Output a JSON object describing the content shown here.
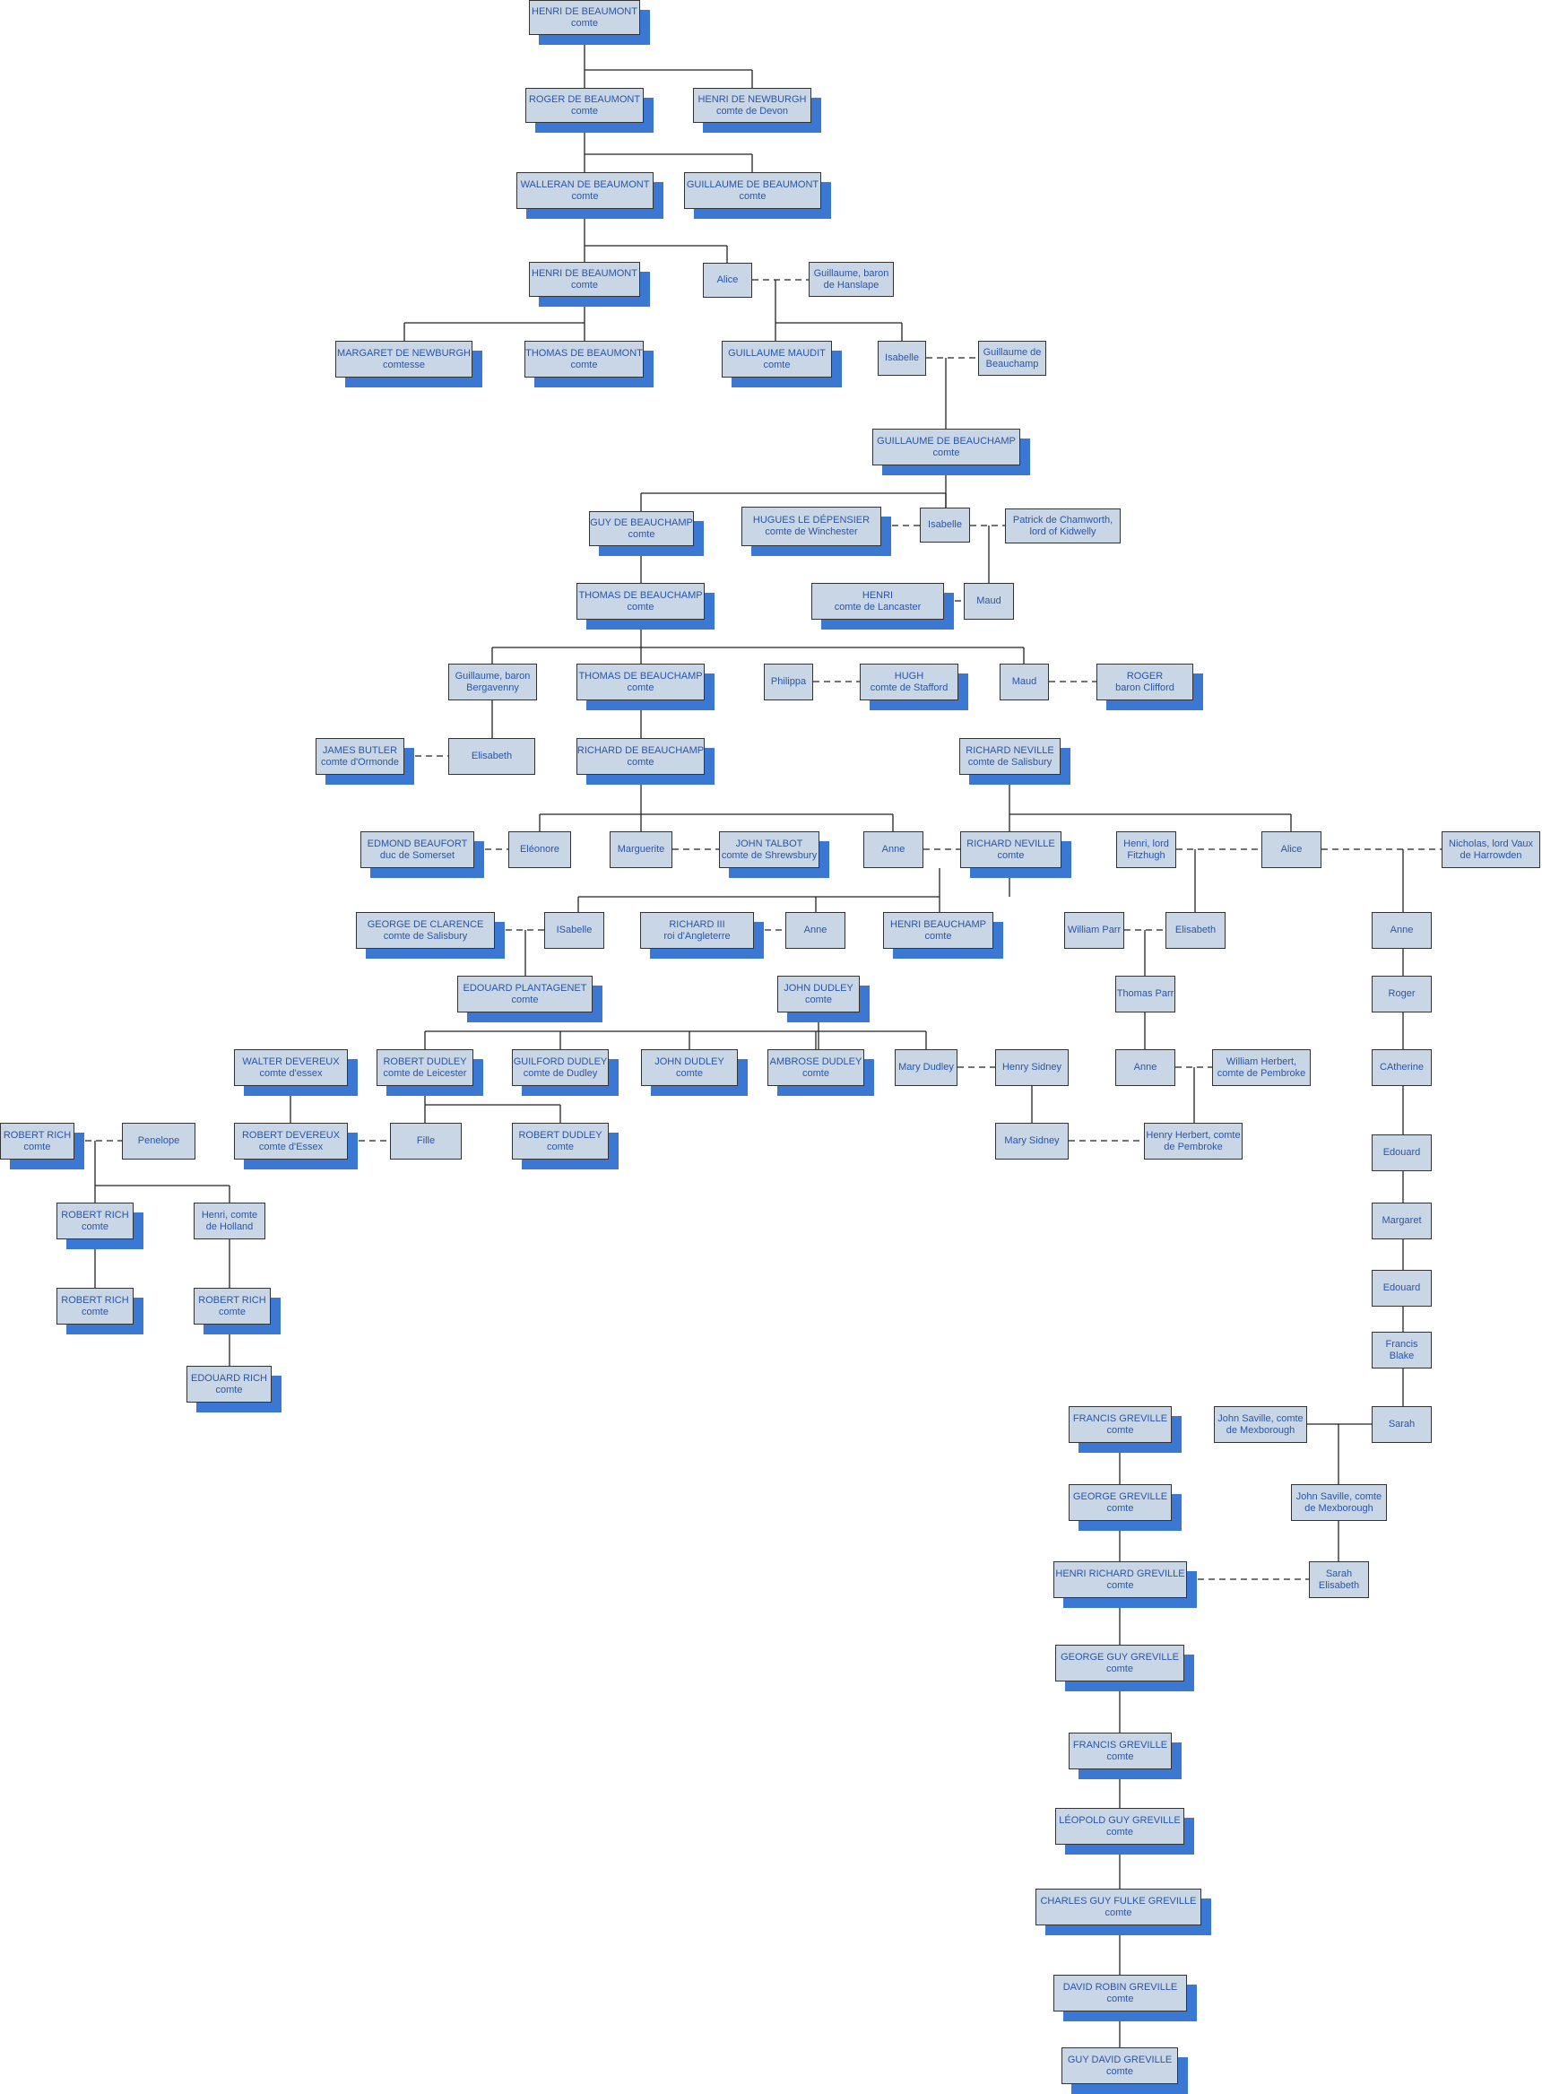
{
  "nodes": [
    {
      "id": "henri1",
      "name": "HENRI DE BEAUMONT",
      "title": "comte",
      "shadow": true
    },
    {
      "id": "roger",
      "name": "ROGER DE BEAUMONT",
      "title": "comte",
      "shadow": true
    },
    {
      "id": "henriNew",
      "name": "HENRI DE NEWBURGH",
      "title": "comte de Devon",
      "shadow": true
    },
    {
      "id": "walleran",
      "name": "WALLERAN DE BEAUMONT",
      "title": "comte",
      "shadow": true
    },
    {
      "id": "guillBeau",
      "name": "GUILLAUME DE BEAUMONT",
      "title": "comte",
      "shadow": true
    },
    {
      "id": "henri2",
      "name": "HENRI DE BEAUMONT",
      "title": "comte",
      "shadow": true
    },
    {
      "id": "alice1",
      "name": "Alice",
      "title": "",
      "shadow": false
    },
    {
      "id": "guillHanslape",
      "name": "Guillaume, baron",
      "title": "de Hanslape",
      "shadow": false
    },
    {
      "id": "margaret",
      "name": "MARGARET DE NEWBURGH",
      "title": "comtesse",
      "shadow": true
    },
    {
      "id": "thomasBeau",
      "name": "THOMAS DE BEAUMONT",
      "title": "comte",
      "shadow": true
    },
    {
      "id": "guillMaudit",
      "name": "GUILLAUME MAUDIT",
      "title": "comte",
      "shadow": true
    },
    {
      "id": "isabelle1",
      "name": "Isabelle",
      "title": "",
      "shadow": false
    },
    {
      "id": "guillBeauchamp0",
      "name": "Guillaume de",
      "title": "Beauchamp",
      "shadow": false
    },
    {
      "id": "guillBeauchamp",
      "name": "GUILLAUME DE BEAUCHAMP",
      "title": "comte",
      "shadow": true
    },
    {
      "id": "guy",
      "name": "GUY DE BEAUCHAMP",
      "title": "comte",
      "shadow": true
    },
    {
      "id": "hugues",
      "name": "HUGUES LE DÉPENSIER",
      "title": "comte de Winchester",
      "shadow": true
    },
    {
      "id": "isabelle2",
      "name": "Isabelle",
      "title": "",
      "shadow": false
    },
    {
      "id": "patrick",
      "name": "Patrick de Chamworth,",
      "title": "lord of Kidwelly",
      "shadow": false
    },
    {
      "id": "thomas1",
      "name": "THOMAS DE BEAUCHAMP",
      "title": "comte",
      "shadow": true
    },
    {
      "id": "henriLanc",
      "name": "HENRI",
      "title": "comte de Lancaster",
      "shadow": true
    },
    {
      "id": "maud1",
      "name": "Maud",
      "title": "",
      "shadow": false
    },
    {
      "id": "guillBerg",
      "name": "Guillaume, baron",
      "title": "Bergavenny",
      "shadow": false
    },
    {
      "id": "thomas2",
      "name": "THOMAS DE BEAUCHAMP",
      "title": "comte",
      "shadow": true
    },
    {
      "id": "philippa",
      "name": "Philippa",
      "title": "",
      "shadow": false
    },
    {
      "id": "hugh",
      "name": "HUGH",
      "title": "comte de Stafford",
      "shadow": true
    },
    {
      "id": "maud2",
      "name": "Maud",
      "title": "",
      "shadow": false
    },
    {
      "id": "rogerClifford",
      "name": "ROGER",
      "title": "baron Clifford",
      "shadow": true
    },
    {
      "id": "james",
      "name": "JAMES BUTLER",
      "title": "comte d'Ormonde",
      "shadow": true
    },
    {
      "id": "elisabeth1",
      "name": "Elisabeth",
      "title": "",
      "shadow": false
    },
    {
      "id": "richardB",
      "name": "RICHARD DE BEAUCHAMP",
      "title": "comte",
      "shadow": true
    },
    {
      "id": "richardN1",
      "name": "RICHARD NEVILLE",
      "title": "comte de Salisbury",
      "shadow": true
    },
    {
      "id": "edmond",
      "name": "EDMOND BEAUFORT",
      "title": "duc de Somerset",
      "shadow": true
    },
    {
      "id": "eleonore",
      "name": "Eléonore",
      "title": "",
      "shadow": false
    },
    {
      "id": "marguerite",
      "name": "Marguerite",
      "title": "",
      "shadow": false
    },
    {
      "id": "talbot",
      "name": "JOHN TALBOT",
      "title": "comte de Shrewsbury",
      "shadow": true
    },
    {
      "id": "anne1",
      "name": "Anne",
      "title": "",
      "shadow": false
    },
    {
      "id": "richardN2",
      "name": "RICHARD NEVILLE",
      "title": "comte",
      "shadow": true
    },
    {
      "id": "henriFitz",
      "name": "Henri, lord",
      "title": "Fitzhugh",
      "shadow": false
    },
    {
      "id": "alice2",
      "name": "Alice",
      "title": "",
      "shadow": false
    },
    {
      "id": "nicholas",
      "name": "Nicholas, lord Vaux",
      "title": "de Harrowden",
      "shadow": false
    },
    {
      "id": "george",
      "name": "GEORGE DE CLARENCE",
      "title": "comte de Salisbury",
      "shadow": true
    },
    {
      "id": "isabelle3",
      "name": "ISabelle",
      "title": "",
      "shadow": false
    },
    {
      "id": "richard3",
      "name": "RICHARD III",
      "title": "roi d'Angleterre",
      "shadow": true
    },
    {
      "id": "anne2",
      "name": "Anne",
      "title": "",
      "shadow": false
    },
    {
      "id": "henriBeauchamp",
      "name": "HENRI BEAUCHAMP",
      "title": "comte",
      "shadow": true
    },
    {
      "id": "williamParr",
      "name": "William Parr",
      "title": "",
      "shadow": false
    },
    {
      "id": "elisabeth2",
      "name": "Elisabeth",
      "title": "",
      "shadow": false
    },
    {
      "id": "anneR",
      "name": "Anne",
      "title": "",
      "shadow": false
    },
    {
      "id": "edouardP",
      "name": "EDOUARD PLANTAGENET",
      "title": "comte",
      "shadow": true
    },
    {
      "id": "johnDudley",
      "name": "JOHN DUDLEY",
      "title": "comte",
      "shadow": true
    },
    {
      "id": "thomasParr",
      "name": "Thomas Parr",
      "title": "",
      "shadow": false
    },
    {
      "id": "rogerR",
      "name": "Roger",
      "title": "",
      "shadow": false
    },
    {
      "id": "walter",
      "name": "WALTER DEVEREUX",
      "title": "comte d'essex",
      "shadow": true
    },
    {
      "id": "robertDudley1",
      "name": "ROBERT DUDLEY",
      "title": "comte de Leicester",
      "shadow": true
    },
    {
      "id": "guilford",
      "name": "GUILFORD DUDLEY",
      "title": "comte de Dudley",
      "shadow": true
    },
    {
      "id": "johnDudley2",
      "name": "JOHN DUDLEY",
      "title": "comte",
      "shadow": true
    },
    {
      "id": "ambrose",
      "name": "AMBROSE DUDLEY",
      "title": "comte",
      "shadow": true
    },
    {
      "id": "maryDudley",
      "name": "Mary Dudley",
      "title": "",
      "shadow": false
    },
    {
      "id": "henrySidney",
      "name": "Henry Sidney",
      "title": "",
      "shadow": false
    },
    {
      "id": "anneParr",
      "name": "Anne",
      "title": "",
      "shadow": false
    },
    {
      "id": "williamHerbert",
      "name": "William Herbert,",
      "title": "comte de Pembroke",
      "shadow": false
    },
    {
      "id": "catherine",
      "name": "CAtherine",
      "title": "",
      "shadow": false
    },
    {
      "id": "robertRich1",
      "name": "ROBERT RICH",
      "title": "comte",
      "shadow": true
    },
    {
      "id": "penelope",
      "name": "Penelope",
      "title": "",
      "shadow": false
    },
    {
      "id": "robertDevereux",
      "name": "ROBERT DEVEREUX",
      "title": "comte d'Essex",
      "shadow": true
    },
    {
      "id": "fille",
      "name": "Fille",
      "title": "",
      "shadow": false
    },
    {
      "id": "robertDudley2",
      "name": "ROBERT DUDLEY",
      "title": "comte",
      "shadow": true
    },
    {
      "id": "marySidney",
      "name": "Mary Sidney",
      "title": "",
      "shadow": false
    },
    {
      "id": "henryHerbert",
      "name": "Henry Herbert, comte",
      "title": "de Pembroke",
      "shadow": false
    },
    {
      "id": "edouard1",
      "name": "Edouard",
      "title": "",
      "shadow": false
    },
    {
      "id": "robertRich2",
      "name": "ROBERT RICH",
      "title": "comte",
      "shadow": true
    },
    {
      "id": "henriHolland",
      "name": "Henri, comte",
      "title": "de Holland",
      "shadow": false
    },
    {
      "id": "margaretR",
      "name": "Margaret",
      "title": "",
      "shadow": false
    },
    {
      "id": "robertRich3",
      "name": "ROBERT RICH",
      "title": "comte",
      "shadow": true
    },
    {
      "id": "robertRich4",
      "name": "ROBERT RICH",
      "title": "comte",
      "shadow": true
    },
    {
      "id": "edouard2",
      "name": "Edouard",
      "title": "",
      "shadow": false
    },
    {
      "id": "francisBlake",
      "name": "Francis",
      "title": "Blake",
      "shadow": false
    },
    {
      "id": "edouardRich",
      "name": "EDOUARD RICH",
      "title": "comte",
      "shadow": true
    },
    {
      "id": "francisG1",
      "name": "FRANCIS GREVILLE",
      "title": "comte",
      "shadow": true
    },
    {
      "id": "johnSaville1",
      "name": "John Saville, comte",
      "title": "de Mexborough",
      "shadow": false
    },
    {
      "id": "sarah1",
      "name": "Sarah",
      "title": "",
      "shadow": false
    },
    {
      "id": "georgeG1",
      "name": "GEORGE GREVILLE",
      "title": "comte",
      "shadow": true
    },
    {
      "id": "johnSaville2",
      "name": "John Saville, comte",
      "title": "de Mexborough",
      "shadow": false
    },
    {
      "id": "henriRichard",
      "name": "HENRI RICHARD GREVILLE",
      "title": "comte",
      "shadow": true
    },
    {
      "id": "sarahElisabeth",
      "name": "Sarah",
      "title": "Elisabeth",
      "shadow": false
    },
    {
      "id": "georgeGuy",
      "name": "GEORGE GUY GREVILLE",
      "title": "comte",
      "shadow": true
    },
    {
      "id": "francisG2",
      "name": "FRANCIS GREVILLE",
      "title": "comte",
      "shadow": true
    },
    {
      "id": "leopold",
      "name": "LÉOPOLD GUY GREVILLE",
      "title": "comte",
      "shadow": true
    },
    {
      "id": "charles",
      "name": "CHARLES GUY FULKE GREVILLE",
      "title": "comte",
      "shadow": true
    },
    {
      "id": "david",
      "name": "DAVID ROBIN GREVILLE",
      "title": "comte",
      "shadow": true
    },
    {
      "id": "guyDavid",
      "name": "GUY DAVID GREVILLE",
      "title": "comte",
      "shadow": true
    }
  ]
}
